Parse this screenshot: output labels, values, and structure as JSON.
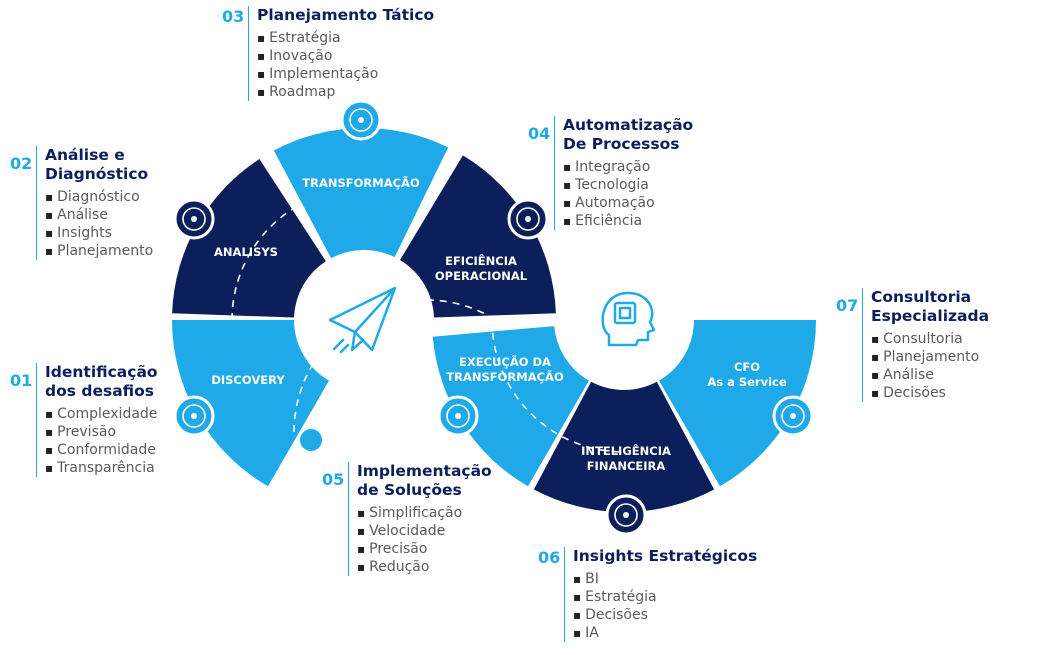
{
  "segments": [
    {
      "label_lines": [
        "DISCOVERY"
      ]
    },
    {
      "label_lines": [
        "ANALISYS"
      ]
    },
    {
      "label_lines": [
        "TRANSFORMAÇÃO"
      ]
    },
    {
      "label_lines": [
        "EFICIÊNCIA",
        "OPERACIONAL"
      ]
    },
    {
      "label_lines": [
        "EXECUÇÃO DA",
        "TRANSFORMAÇÃO"
      ]
    },
    {
      "label_lines": [
        "INTELIGÊNCIA",
        "FINANCEIRA"
      ]
    },
    {
      "label_lines": [
        "CFO",
        "As a Service"
      ]
    }
  ],
  "steps": [
    {
      "num": "01",
      "title": [
        "Identificação",
        "dos desafios"
      ],
      "items": [
        "Complexidade",
        "Previsão",
        "Conformidade",
        "Transparência"
      ]
    },
    {
      "num": "02",
      "title": [
        "Análise e",
        "Diagnóstico"
      ],
      "items": [
        "Diagnóstico",
        "Análise",
        "Insights",
        "Planejamento"
      ]
    },
    {
      "num": "03",
      "title": [
        "Planejamento Tático"
      ],
      "items": [
        "Estratégia",
        "Inovação",
        "Implementação",
        "Roadmap"
      ]
    },
    {
      "num": "04",
      "title": [
        "Automatização",
        "De Processos"
      ],
      "items": [
        "Integração",
        "Tecnologia",
        "Automação",
        "Eficiência"
      ]
    },
    {
      "num": "05",
      "title": [
        "Implementação",
        "de Soluções"
      ],
      "items": [
        "Simplificação",
        "Velocidade",
        "Precisão",
        "Redução"
      ]
    },
    {
      "num": "06",
      "title": [
        "Insights Estratégicos"
      ],
      "items": [
        "BI",
        "Estratégia",
        "Decisões",
        "IA"
      ]
    },
    {
      "num": "07",
      "title": [
        "Consultoria",
        "Especializada"
      ],
      "items": [
        "Consultoria",
        "Planejamento",
        "Análise",
        "Decisões"
      ]
    }
  ],
  "colors": {
    "light": "#1fa9e8",
    "dark": "#0c1f5b",
    "accent": "#21a9e6"
  },
  "icons": [
    "lightbulb-search-icon",
    "network-nodes-icon",
    "tools-icon",
    "automation-gear-icon",
    "paper-plane-icon",
    "ai-head-icon",
    "rocket-icon",
    "finance-document-icon",
    "lightbulb-person-icon"
  ]
}
